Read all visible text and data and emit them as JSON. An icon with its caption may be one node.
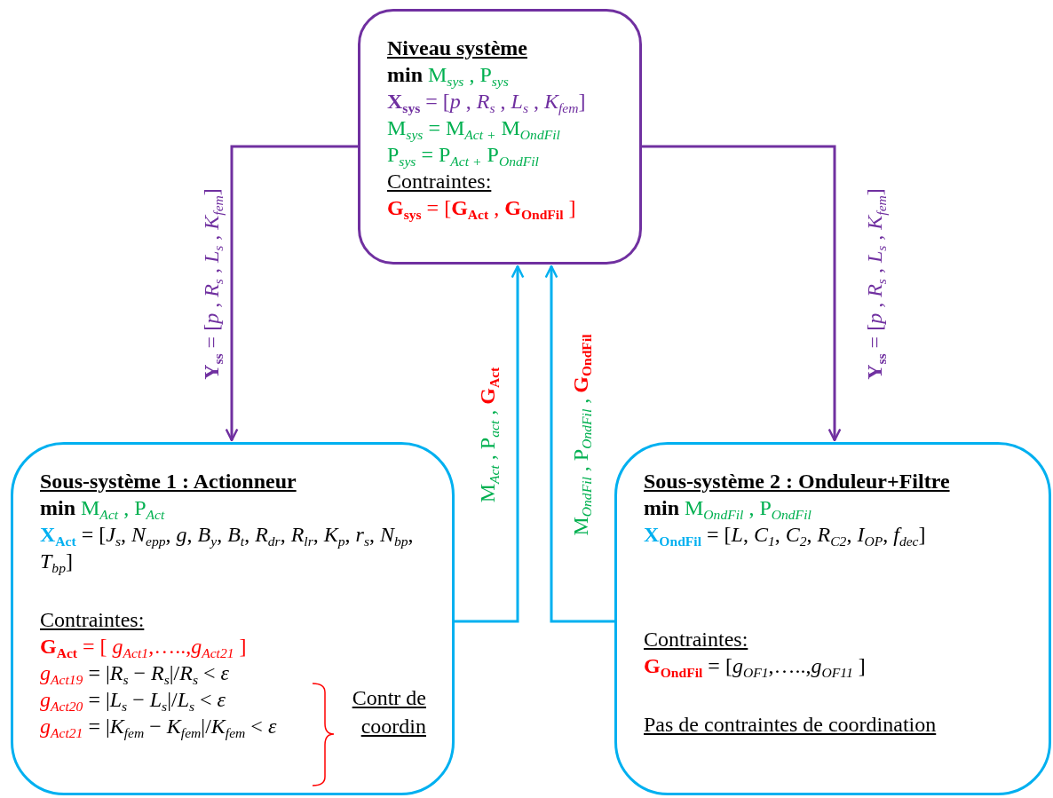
{
  "diagram": {
    "nodes": [
      {
        "text": [
          "Niveau système",
          "**min** M$_{sys}$ , P$_{sys}$",
          "**X**$_{sys}$ = [*p* , *R*$_{s}$ , *L*$_{s}$ , *K*$_{fem}$]",
          "M$_{sys}$ = M$_{Act}$$_{ +}$ M$_{OndFil}$",
          "P$_{sys}$ = P$_{Act}$$_{ +}$ P$_{OndFil}$",
          "Contraintes:",
          "**G**$_{sys}$ = [**G**$_{Act}$ , **G**$_{OndFil}$ ]"
        ]
      },
      {
        "text": [
          "Sous-système 1 : Actionneur",
          "**min** M$_{Act}$ , P$_{Act}$",
          "**X**$_{Act}$ = [*J*$_{s}$, *N*$_{epp}$, *g*, *B*$_{y}$, *B*$_{t}$, *R*$_{dr}$, *R*$_{lr}$, *K*$_{p}$, *r*$_{s}$, *N*$_{bp}$, *T*$_{bp}$]",
          "Contraintes:",
          "**G**$_{Act}$ = [ *g*$_{Act1}$,…..,*g*$_{Act21}$ ]",
          "*g*$_{Act19}$ = |*R*$_{s}$ − *R*$_{s}$|/*R*$_{s}$ < *ε*",
          "*g*$_{Act20}$ = |*L*$_{s}$ − *L*$_{s}$|/*L*$_{s}$ < *ε*",
          "*g*$_{Act21}$ = |*K*$_{fem}$ − *K*$_{fem}$|/*K*$_{fem}$ < *ε*"
        ]
      },
      {
        "text": [
          "Sous-système 2 : Onduleur+Filtre",
          "**min** M$_{OndFil}$ , P$_{OndFil}$",
          "**X**$_{OndFil}$ = [*L*, *C*$_{1}$, *C*$_{2}$, *R*$_{C2}$, *I*$_{OP}$, *f*$_{dec}$]",
          "Contraintes:",
          "**G**$_{OndFil}$ = [*g*$_{OF1}$,…..,*g*$_{OF11}$ ]",
          "Pas de contraintes de coordination"
        ]
      }
    ],
    "edges": [
      {
        "from": 0,
        "to": 1,
        "arrow": "to",
        "label": "**Y**$_{ss}$ = [*p* , *R*$_{s}$ , *L*$_{s}$ , *K*$_{fem}$]",
        "color": "#7030a0"
      },
      {
        "from": 0,
        "to": 2,
        "arrow": "to",
        "label": "**Y**$_{ss}$ = [*p* , *R*$_{s}$ , *L*$_{s}$ , *K*$_{fem}$]",
        "color": "#7030a0"
      },
      {
        "from": 1,
        "to": 0,
        "arrow": "to",
        "label": "M$_{Act}$ , P$_{act}$ , **G**$_{Act}$",
        "color": "#00b0f0"
      },
      {
        "from": 2,
        "to": 0,
        "arrow": "to",
        "label": "M$_{OndFil}$ , P$_{OndFil}$ , **G**$_{OndFil}$",
        "color": "#00b0f0"
      }
    ],
    "labels": [
      "Contr de coordin"
    ]
  }
}
